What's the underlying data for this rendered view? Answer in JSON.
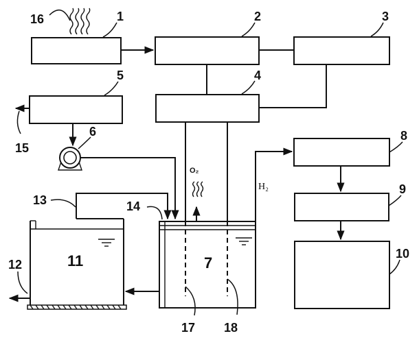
{
  "diagram": {
    "labels": {
      "n1": "1",
      "n2": "2",
      "n3": "3",
      "n4": "4",
      "n5": "5",
      "n6": "6",
      "n7": "7",
      "n8": "8",
      "n9": "9",
      "n10": "10",
      "n11": "11",
      "n12": "12",
      "n13": "13",
      "n14": "14",
      "n15": "15",
      "n16": "16",
      "n17": "17",
      "n18": "18"
    },
    "gases": {
      "oxygen": "O₂",
      "hydrogen": "H₂"
    }
  }
}
